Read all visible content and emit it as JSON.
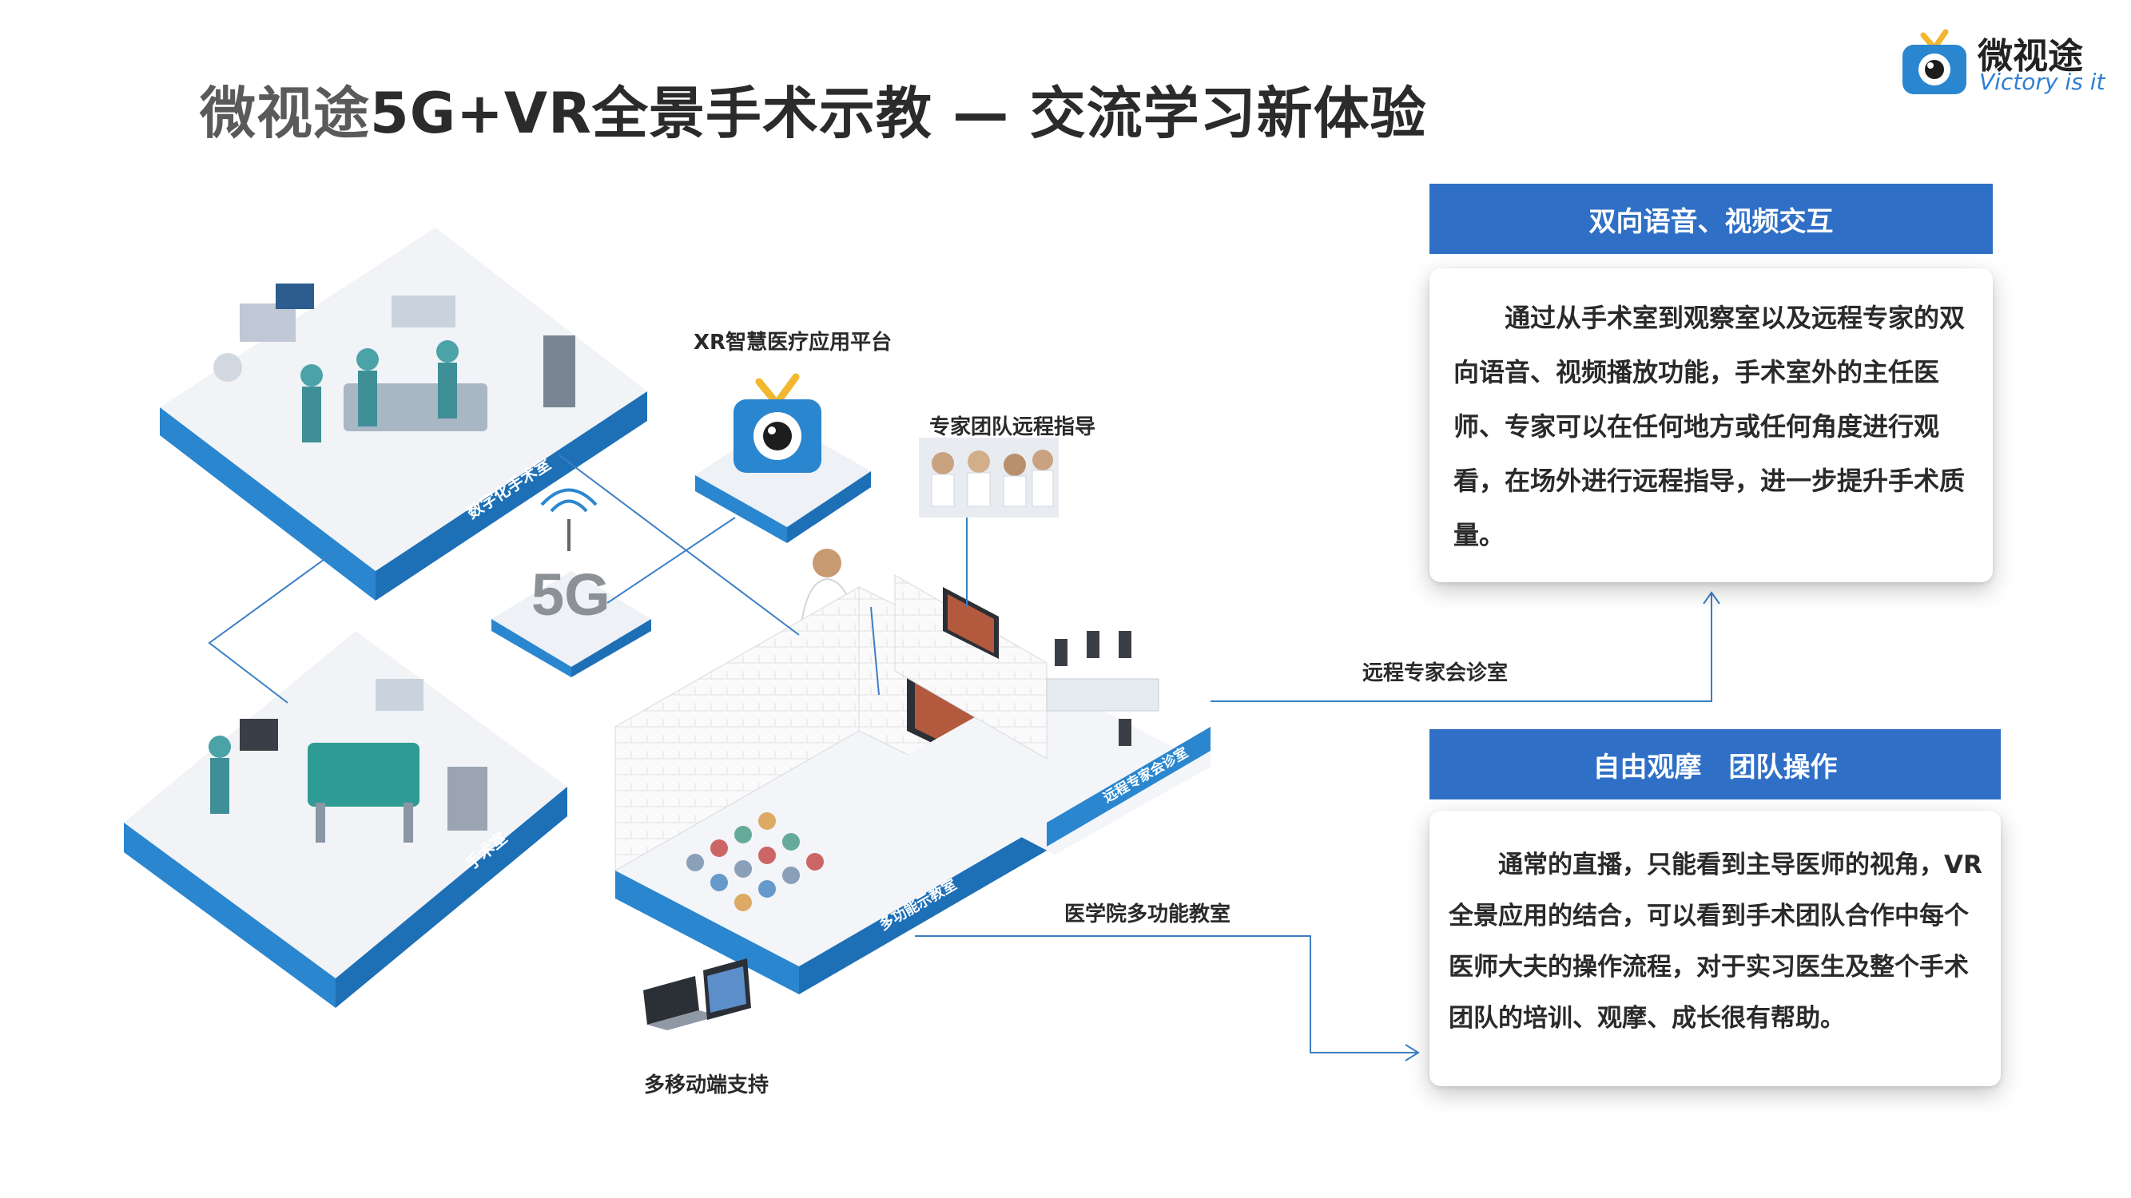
{
  "title": {
    "prefix": "微视途",
    "main": "5G+VR全景手术示教 — 交流学习新体验"
  },
  "logo": {
    "brand": "微视途",
    "tagline": "Victory is it"
  },
  "diagram": {
    "platform_label": "XR智慧医疗应用平台",
    "expert_label": "专家团队远程指导",
    "consult_room_label": "远程专家会诊室",
    "classroom_label": "医学院多功能教室",
    "mobile_label": "多移动端支持",
    "or_digital_sign": "数字化手术室",
    "or_sign": "手术室",
    "classroom_sign": "多功能示教室",
    "consult_sign": "远程专家会诊室",
    "tower_text": "5G"
  },
  "panels": [
    {
      "header": "双向语音、视频交互",
      "body": "通过从手术室到观察室以及远程专家的双向语音、视频播放功能，手术室外的主任医师、专家可以在任何地方或任何角度进行观看，在场外进行远程指导，进一步提升手术质量。"
    },
    {
      "header": "自由观摩　团队操作",
      "body": "通常的直播，只能看到主导医师的视角，VR全景应用的结合，可以看到手术团队合作中每个医师大夫的操作流程，对于实习医生及整个手术团队的培训、观摩、成长很有帮助。"
    }
  ],
  "colors": {
    "accent": "#2f6fc6",
    "platform_edge": "#2a86cf",
    "connector": "#3b7fc4"
  }
}
